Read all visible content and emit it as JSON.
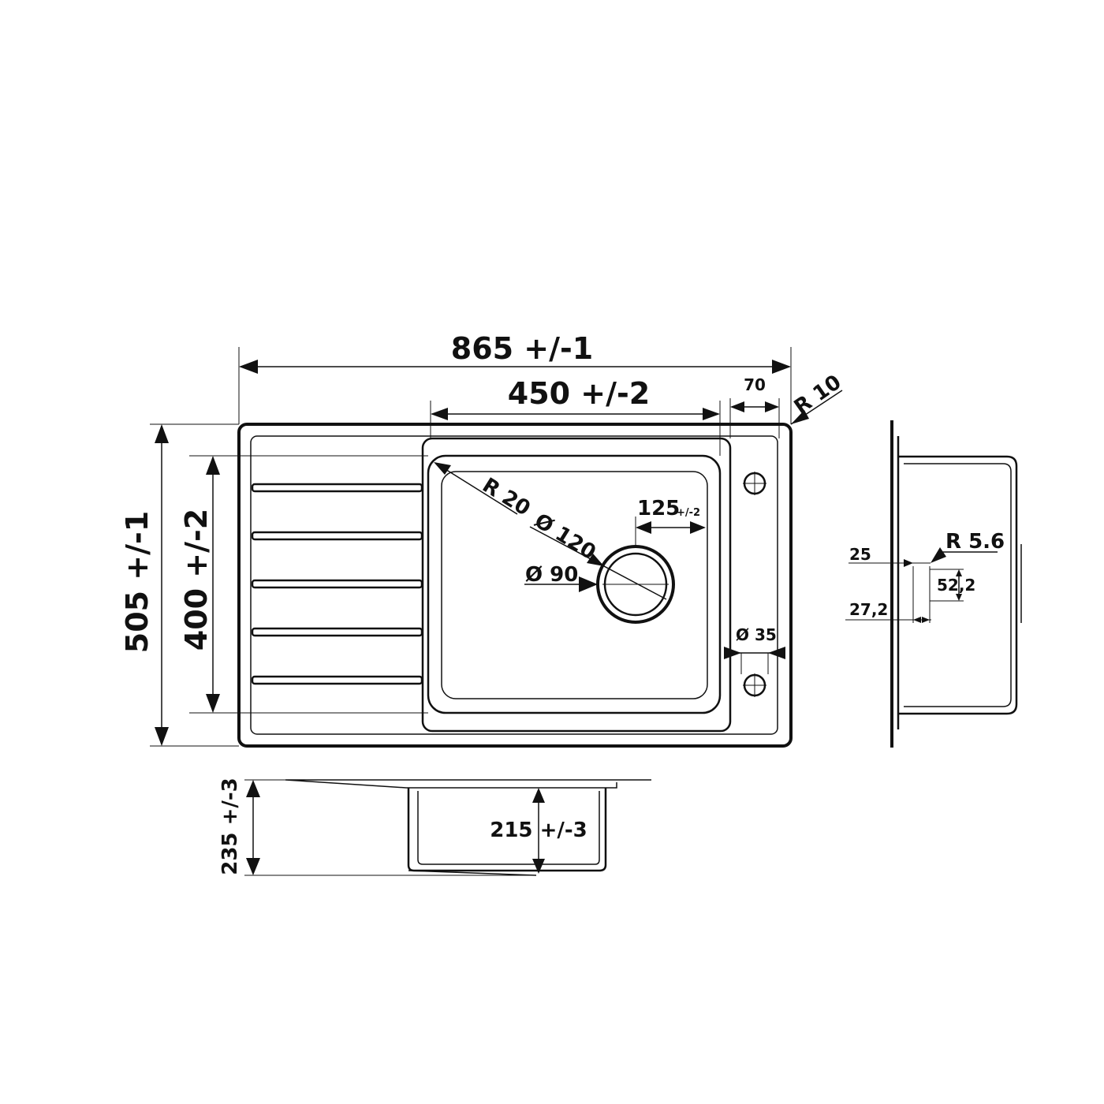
{
  "top_view": {
    "overall_width": "865 +/-1",
    "bowl_width": "450 +/-2",
    "deck_width": "70",
    "corner_radius": "R 10",
    "overall_depth": "505 +/-1",
    "bowl_depth": "400 +/-2",
    "bowl_radius": "R 20",
    "waste_diameter": "Ø 120",
    "drain_diameter": "Ø 90",
    "drain_offset": "125",
    "drain_offset_tol": "+/-2",
    "tap_hole": "Ø 35"
  },
  "front_view": {
    "total_height": "235 +/-3",
    "bowl_height": "215 +/-3"
  },
  "side_view": {
    "rim_offset": "25",
    "rim_radius": "R 5.6",
    "rim_height": "52,2",
    "rim_width": "27,2"
  }
}
